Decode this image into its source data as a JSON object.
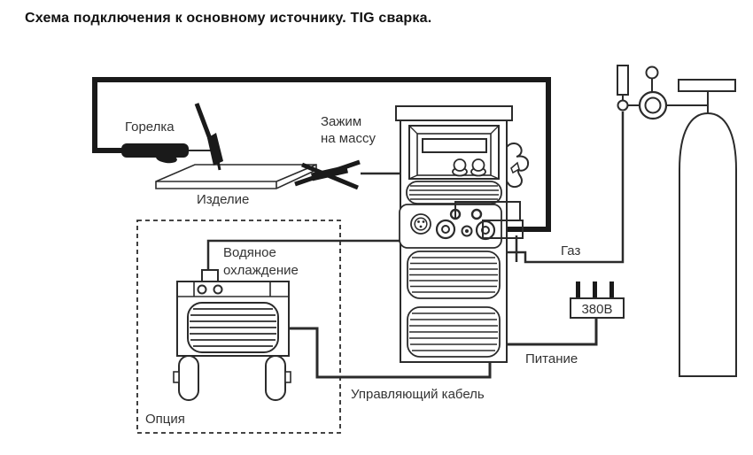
{
  "title": "Схема подключения к основному источнику. TIG сварка.",
  "labels": {
    "torch": "Горелка",
    "clamp_line1": "Зажим",
    "clamp_line2": "на массу",
    "workpiece": "Изделие",
    "cooling_line1": "Водяное",
    "cooling_line2": "охлаждение",
    "option": "Опция",
    "gas": "Газ",
    "voltage": "380В",
    "power": "Питание",
    "control_cable": "Управляющий кабель"
  },
  "colors": {
    "line": "#2b2b2b",
    "cable": "#1a1a1a",
    "text": "#333333",
    "background": "#ffffff"
  }
}
